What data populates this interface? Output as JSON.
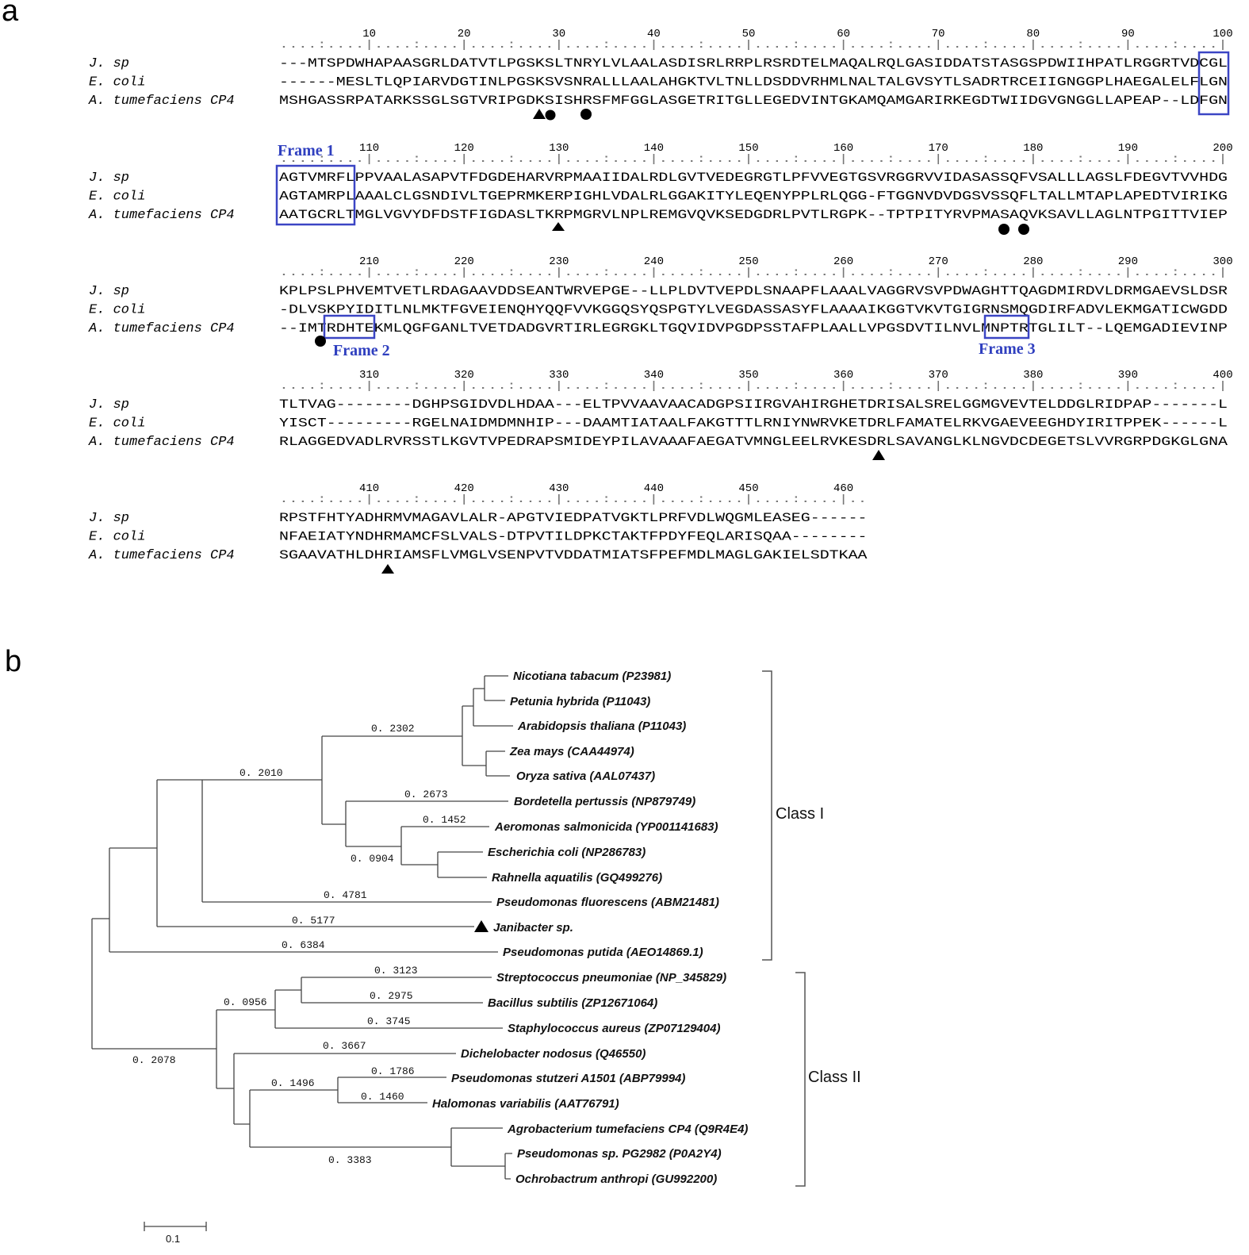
{
  "panel_a": {
    "label": "a",
    "names": [
      "J. sp",
      "E. coli",
      "A. tumefaciens CP4"
    ],
    "blocks": [
      {
        "numbers": [
          "10",
          "20",
          "30",
          "40",
          "50",
          "60",
          "70",
          "80",
          "90",
          "100"
        ],
        "seqs": [
          "---MTSPDWHAPAASGRLDATVTLPGSKSLTNRYLVLAALASDISRLRRPLRSRDTELMAQALRQLGASIDDATSTASGSPDWIIHPATLRGGRTVDCGL",
          "------MESLTLQPIARVDGTINLPGSKSVSNRALLLAALAHGKTVLTNLLDSDDVRHMLNALTALGVSYTLSADRTRCEIIGNGGPLHAEGALELFLGN",
          "MSHGASSRPATARKSSGLSGTVRIPGDKSISHRSFMFGGLASGETRITGLLEGEDVINTGKAMQAMGARIRKEGDTWIIDGVGNGGLLAPEAP--LDFGN"
        ]
      },
      {
        "numbers": [
          "110",
          "120",
          "130",
          "140",
          "150",
          "160",
          "170",
          "180",
          "190",
          "200"
        ],
        "seqs": [
          "AGTVMRFLPPVAALASAPVTFDGDEHARVRPMAAIIDALRDLGVTVEDEGRGTLPFVVEGTGSVRGGRVVIDASASSQFVSALLLAGSLFDEGVTVVHDG",
          "AGTAMRPLAAALCLGSNDIVLTGEPRMKERPIGHLVDALRLGGAKITYLEQENYPPLRLQGG-FTGGNVDVDGSVSSQFLTALLMTAPLAPEDTVIRIKG",
          "AATGCRLTMGLVGVYDFDSTFIGDASLTKRPMGRVLNPLREMGVQVKSEDGDRLPVTLRGPK--TPTPITYRVPMASAQVKSAVLLAGLNTPGITTVIEP"
        ]
      },
      {
        "numbers": [
          "210",
          "220",
          "230",
          "240",
          "250",
          "260",
          "270",
          "280",
          "290",
          "300"
        ],
        "seqs": [
          "KPLPSLPHVEMTVETLRDAGAAVDDSEANTWRVEPGE--LLPLDVTVEPDLSNAAPFLAAALVAGGRVSVPDWAGHTTQAGDMIRDVLDRMGAEVSLDSR",
          "-DLVSKPYIDITLNLMKTFGVEIENQHYQQFVVKGGQSYQSPGTYLVEGDASSASYFLAAAAIKGGTVKVTGIGRNSMQGDIRFADVLEKMGATICWGDD",
          "--IMTRDHTEKMLQGFGANLTVETDADGVRTIRLEGRGKLTGQVIDVPGDPSSTAFPLAALLVPGSDVTILNVLMNPTRTGLILT--LQEMGADIEVINP"
        ]
      },
      {
        "numbers": [
          "310",
          "320",
          "330",
          "340",
          "350",
          "360",
          "370",
          "380",
          "390",
          "400"
        ],
        "seqs": [
          "TLTVAG--------DGHPSGIDVDLHDAA---ELTPVVAAVAACADGPSIIRGVAHIRGHETDRISALSRELGGMGVEVTELDDGLRIDPAP-------L",
          "YISCT---------RGELNAIDMDMNHIP---DAAMTIATAALFAKGTTTLRNIYNWRVKETDRLFAMATELRKVGAEVEEGHDYIRITPPEK------L",
          "RLAGGEDVADLRVRSSTLKGVTVPEDRAPSMIDEYPILAVAAAFAEGATVMNGLEELRVKESDRLSAVANGLKLNGVDCDEGETSLVVRGRPDGKGLGNA"
        ]
      },
      {
        "numbers": [
          "410",
          "420",
          "430",
          "440",
          "450",
          "460"
        ],
        "seqs": [
          "RPSTFHTYADHRMVMAGAVLALR-APGTVIEDPATVGKTLPRFVDLWQGMLEASEG------",
          "NFAEIATYNDHRMAMCFSLVALS-DTPVTILDPKCTAKTFPDYFEQLARISQAA--------",
          "SGAAVATHLDHRIAMSFLVMGLVSENPVTVDDATMIATSFPEFMDLMAGLGAKIELSDTKAA"
        ]
      }
    ],
    "frames": [
      "Frame 1",
      "Frame 2",
      "Frame 3"
    ]
  },
  "panel_b": {
    "label": "b",
    "taxa": [
      "Nicotiana tabacum (P23981)",
      "Petunia hybrida (P11043)",
      "Arabidopsis thaliana (P11043)",
      "Zea mays (CAA44974)",
      "Oryza sativa (AAL07437)",
      "Bordetella pertussis (NP879749)",
      "Aeromonas salmonicida (YP001141683)",
      "Escherichia coli (NP286783)",
      "Rahnella aquatilis (GQ499276)",
      "Pseudomonas fluorescens (ABM21481)",
      "Janibacter sp.",
      "Pseudomonas putida (AEO14869.1)",
      "Streptococcus pneumoniae (NP_345829)",
      "Bacillus subtilis (ZP12671064)",
      "Staphylococcus aureus (ZP07129404)",
      "Dichelobacter nodosus (Q46550)",
      "Pseudomonas stutzeri A1501 (ABP79994)",
      "Halomonas variabilis (AAT76791)",
      "Agrobacterium tumefaciens CP4 (Q9R4E4)",
      "Pseudomonas sp. PG2982 (P0A2Y4)",
      "Ochrobactrum anthropi (GU992200)"
    ],
    "branch_values": [
      "0. 2302",
      "0. 2010",
      "0. 2673",
      "0. 1452",
      "0. 0904",
      "0. 4781",
      "0. 5177",
      "0. 6384",
      "0. 3123",
      "0. 2975",
      "0. 0956",
      "0. 3745",
      "0. 2078",
      "0. 3667",
      "0. 1786",
      "0. 1496",
      "0. 1460",
      "0. 3383"
    ],
    "classes": [
      "Class I",
      "Class II"
    ],
    "scale_label": "0.1"
  }
}
